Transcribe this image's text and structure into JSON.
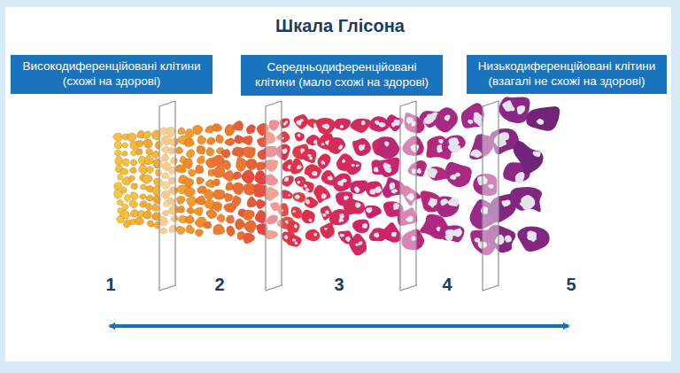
{
  "diagram": {
    "title": "Шкала Глісона",
    "nodes": [
      {
        "text": [
          "Високодиференційовані клітини (схожі на здорові)"
        ]
      },
      {
        "text": [
          "Середньодиференційовані клітини (мало схожі на здорові)"
        ]
      },
      {
        "text": [
          "Низькодиференційовані клітини (взагалі не схожі на здорові)"
        ]
      }
    ],
    "labels": [
      "1",
      "2",
      "3",
      "4",
      "5"
    ]
  }
}
